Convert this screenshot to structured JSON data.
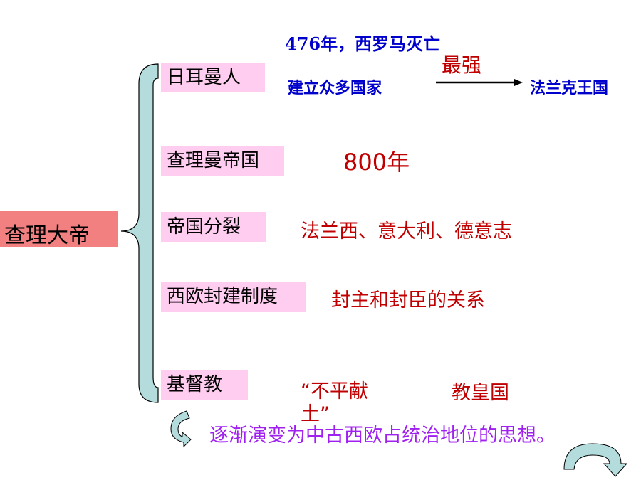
{
  "root": {
    "label": "查理大帝"
  },
  "branches": [
    {
      "label": "日耳曼人"
    },
    {
      "label": "查理曼帝国"
    },
    {
      "label": "帝国分裂"
    },
    {
      "label": "西欧封建制度"
    },
    {
      "label": "基督教"
    }
  ],
  "notes": {
    "fall_of_rome": "476年，西罗马灭亡",
    "many_states": "建立众多国家",
    "strongest": "最强",
    "frankish_kingdom": "法兰克王国",
    "year_800": "800年",
    "split_result": "法兰西、意大利、德意志",
    "feudal_relation": "封主和封臣的关系",
    "no_tribute_line1": "“不平献",
    "no_tribute_line2": "土”",
    "papal_state": "教皇国",
    "evolution": "逐渐演变为中古西欧占统治地位的思想。"
  },
  "colors": {
    "brace": "#b4dcdc",
    "label_bg": "#ffcdf0",
    "root_bg": "#f28080",
    "blue": "#0000cc",
    "red": "#c00000",
    "purple": "#a020f0"
  },
  "icons": {
    "curved_arrow_left": "curved-arrow-icon",
    "return_arrow": "return-arrow-icon",
    "right_arrow": "right-arrow-icon"
  }
}
